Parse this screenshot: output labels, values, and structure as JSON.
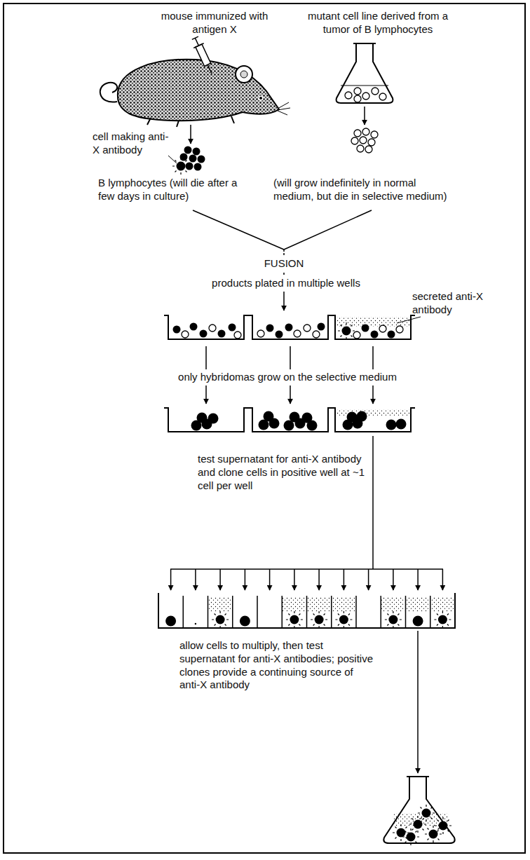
{
  "diagram": {
    "labels": [
      "mouse immunized with antigen X",
      "mutant cell line derived from a tumor of B lymphocytes",
      "cell making anti-X antibody",
      "B lymphocytes (will die after a few days in culture)",
      "(will grow indefinitely in normal medium, but die in selective medium)",
      "FUSION",
      "products plated in multiple wells",
      "secreted anti-X antibody",
      "only hybridomas grow on the selective medium",
      "test supernatant for anti-X antibody and clone cells in positive well at ~1 cell per well",
      "allow cells to multiply, then test supernatant for anti-X antibodies; positive clones provide a continuing source of anti-X antibody"
    ]
  }
}
